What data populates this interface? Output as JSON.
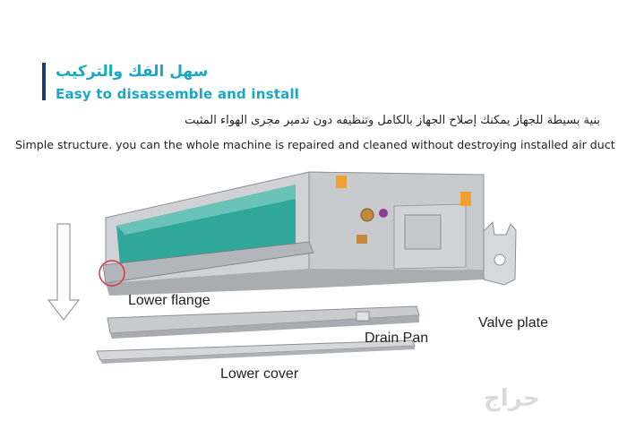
{
  "heading": {
    "title_ar": "سهل الفك والتركيب",
    "title_en": "Easy to disassemble and install"
  },
  "description": {
    "ar": "بنية بسيطة للجهاز يمكنك إصلاح الجهاز بالكامل وتنظيفه دون تدمير مجرى الهواء المثبت",
    "en": "Simple structure. you can the whole machine is repaired and cleaned without destroying installed air duct"
  },
  "labels": {
    "lower_flange": "Lower flange",
    "drain_pan": "Drain Pan",
    "valve_plate": "Valve plate",
    "lower_cover": "Lower cover"
  },
  "watermark": "حراج",
  "colors": {
    "accent_bar": "#1c3a72",
    "title": "#19a7c4",
    "filter": "#2fa79a",
    "unit_body": "#c9cbcf",
    "highlight_circle": "#d9363e"
  }
}
